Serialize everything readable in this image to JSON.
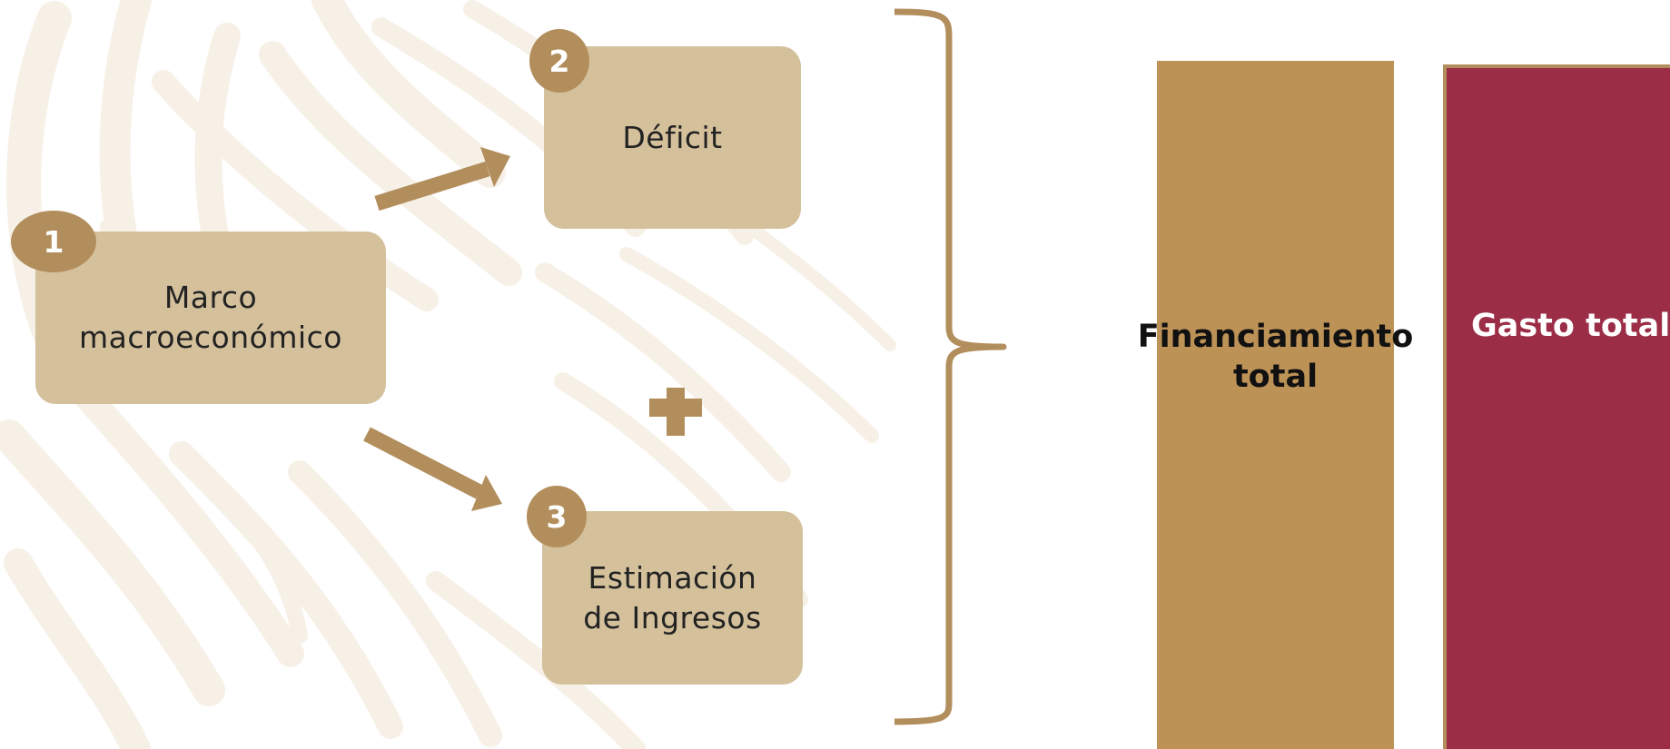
{
  "steps": [
    {
      "number": "1",
      "lines": [
        "Marco",
        "macroeconómico"
      ]
    },
    {
      "number": "2",
      "lines": [
        "Déficit"
      ]
    },
    {
      "number": "3",
      "lines": [
        "Estimación",
        "de Ingresos"
      ]
    }
  ],
  "operator_symbol": "plus-icon",
  "bars": {
    "financiamiento": {
      "lines": [
        "Financiamiento",
        "total"
      ]
    },
    "gasto": {
      "lines": [
        "Gasto total"
      ]
    }
  },
  "colors": {
    "box_fill": "#d4c19c",
    "badge_fill": "#b38e5d",
    "arrow": "#b38e5d",
    "financiamiento_bar": "#bc9256",
    "gasto_bar": "#9b2d47",
    "watermark": "#f6f0e6"
  }
}
